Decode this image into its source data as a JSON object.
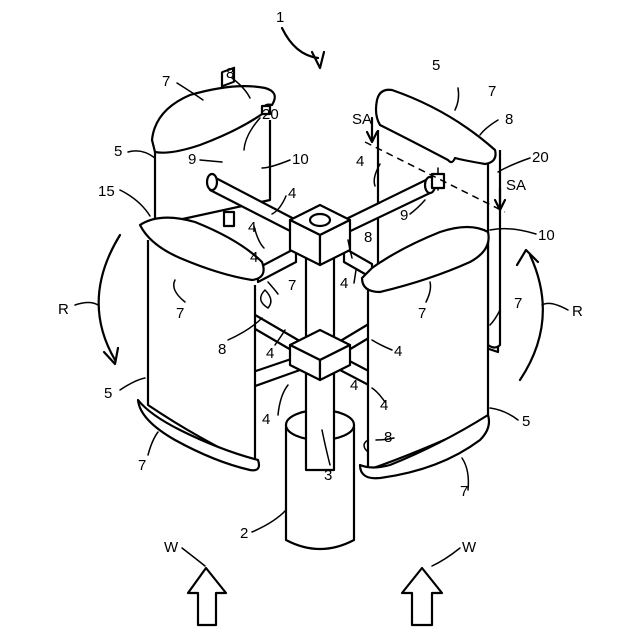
{
  "figure": {
    "labels": {
      "device": "1",
      "tower": "2",
      "shaft": "3",
      "arm": "4",
      "blade": "5",
      "end_plate": "7",
      "hinge": "8",
      "flap": "9",
      "stop": "10",
      "latch": "15",
      "sensor": "20",
      "section": "SA",
      "rotation": "R",
      "wind": "W"
    }
  }
}
